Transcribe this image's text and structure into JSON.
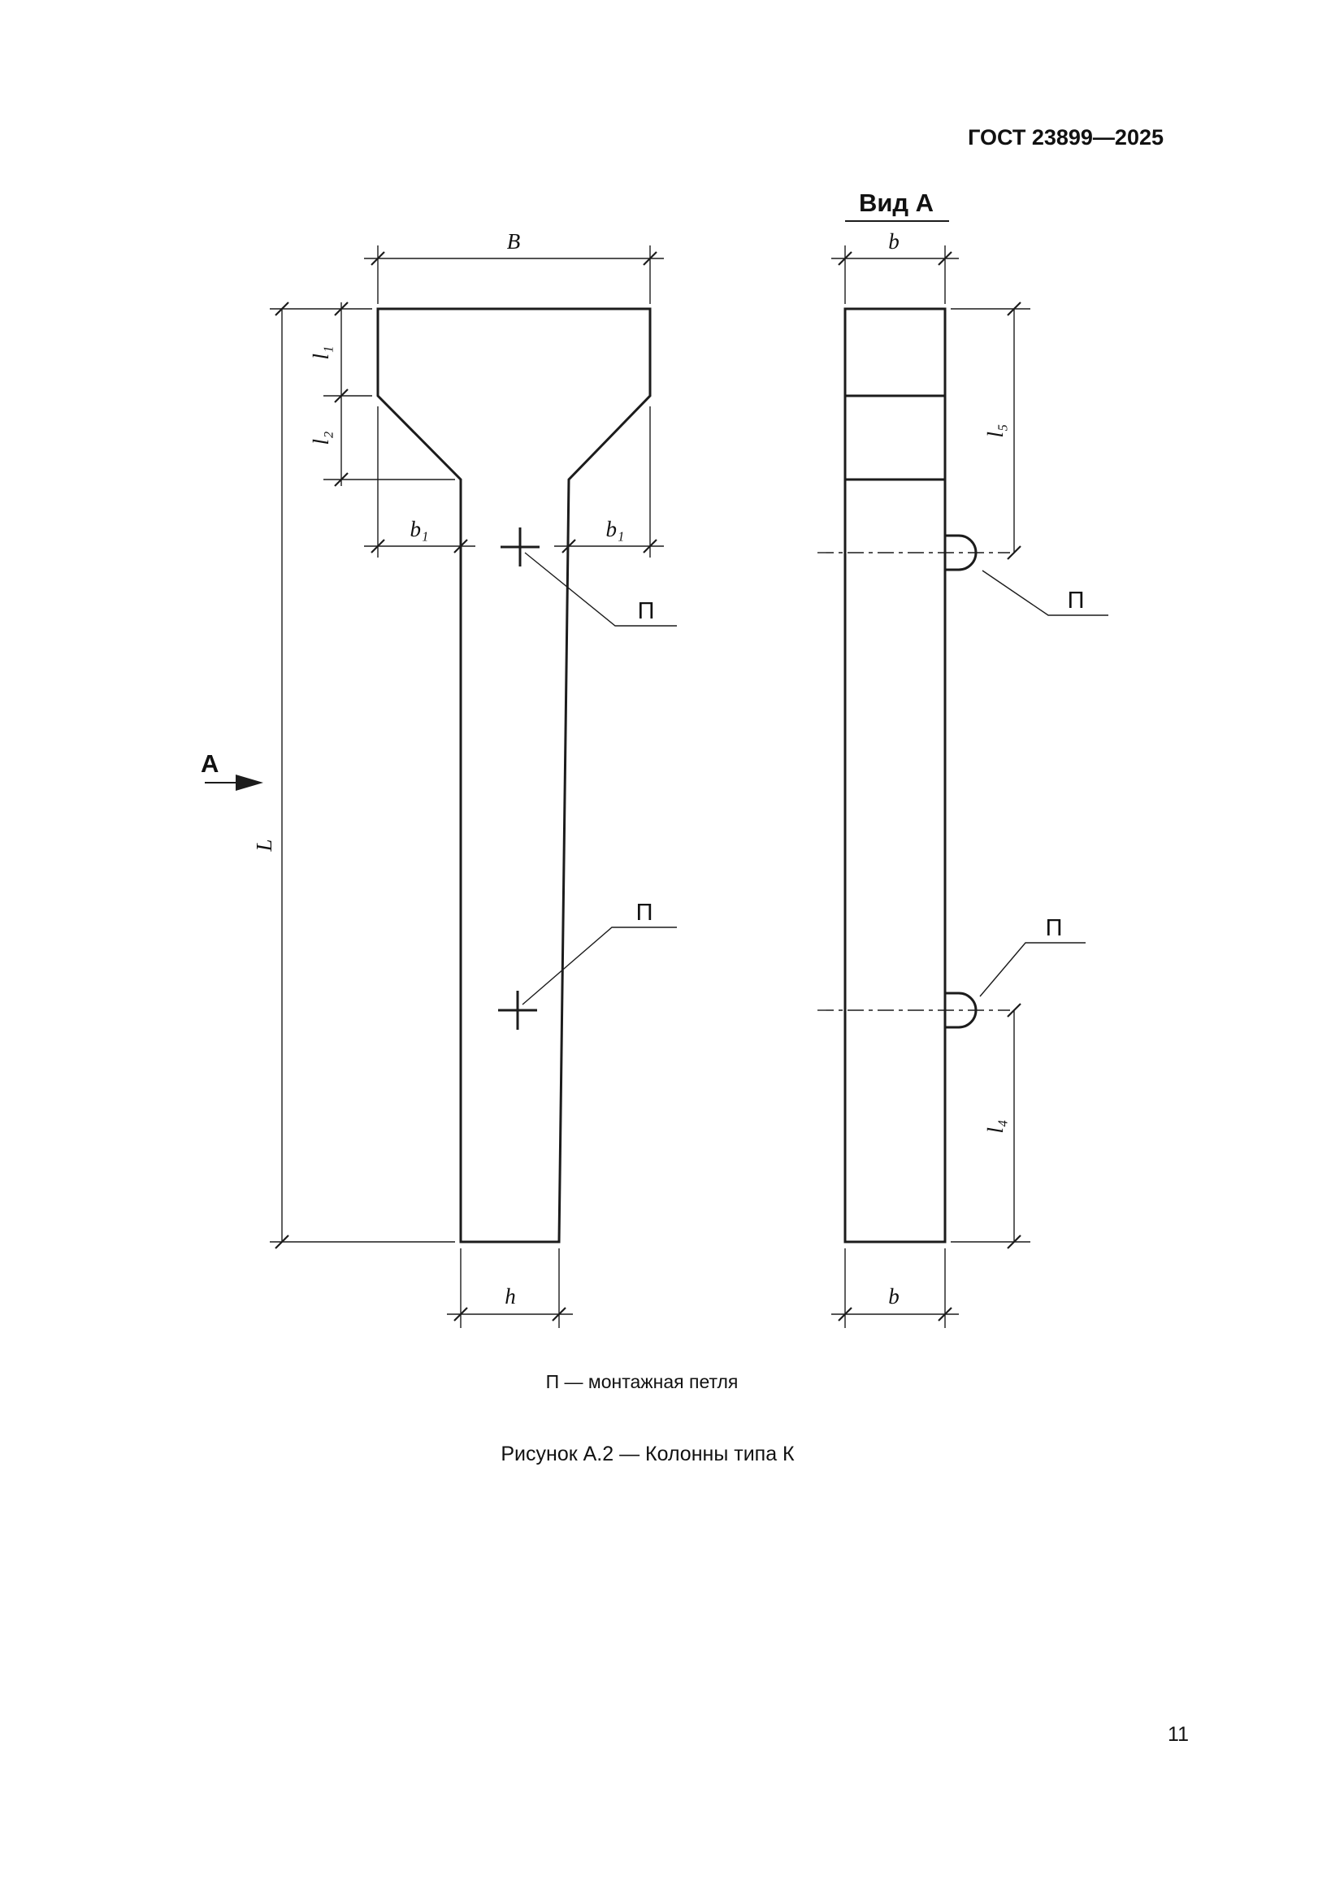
{
  "page": {
    "header": "ГОСТ 23899—2025",
    "page_number": "11",
    "legend": "П — монтажная петля",
    "figure_caption": "Рисунок А.2 — Колонны типа К"
  },
  "view": {
    "label": "Вид А",
    "arrow_letter": "А"
  },
  "labels": {
    "B": "B",
    "b": "b",
    "b1": "b₁",
    "l1": "l₁",
    "l2": "l₂",
    "l4": "l₄",
    "l5": "l₅",
    "L": "L",
    "h": "h",
    "P": "П"
  },
  "colors": {
    "line": "#1c1c1c",
    "background": "#ffffff"
  }
}
